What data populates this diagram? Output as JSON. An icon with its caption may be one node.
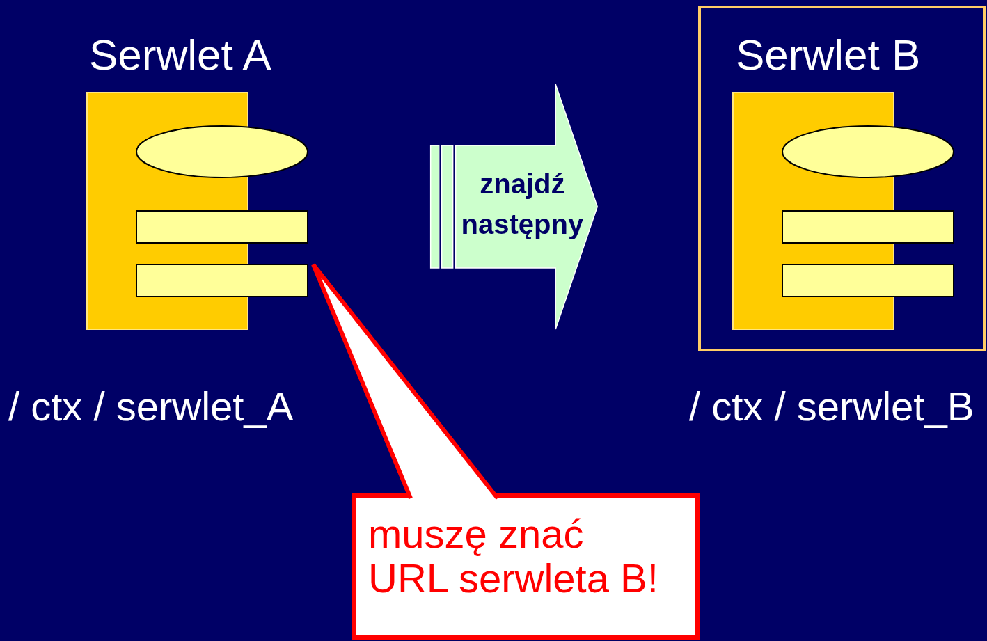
{
  "diagram": {
    "nodes": [
      {
        "text": [
          "Serwlet A"
        ],
        "beside": [
          "/ ctx / serwlet_A"
        ]
      },
      {
        "text": [
          "Serwlet B"
        ],
        "beside": [
          "/ ctx / serwlet_B"
        ]
      },
      {
        "text": [
          "muszę znać URL serwleta B!"
        ]
      }
    ],
    "edges": [
      {
        "from": 0,
        "to": 1,
        "arrow": "to",
        "label": "znajdź następny",
        "style": "thick",
        "color": "#ccffcc"
      },
      {
        "from": 2,
        "to": 0,
        "arrow": "none"
      }
    ]
  }
}
